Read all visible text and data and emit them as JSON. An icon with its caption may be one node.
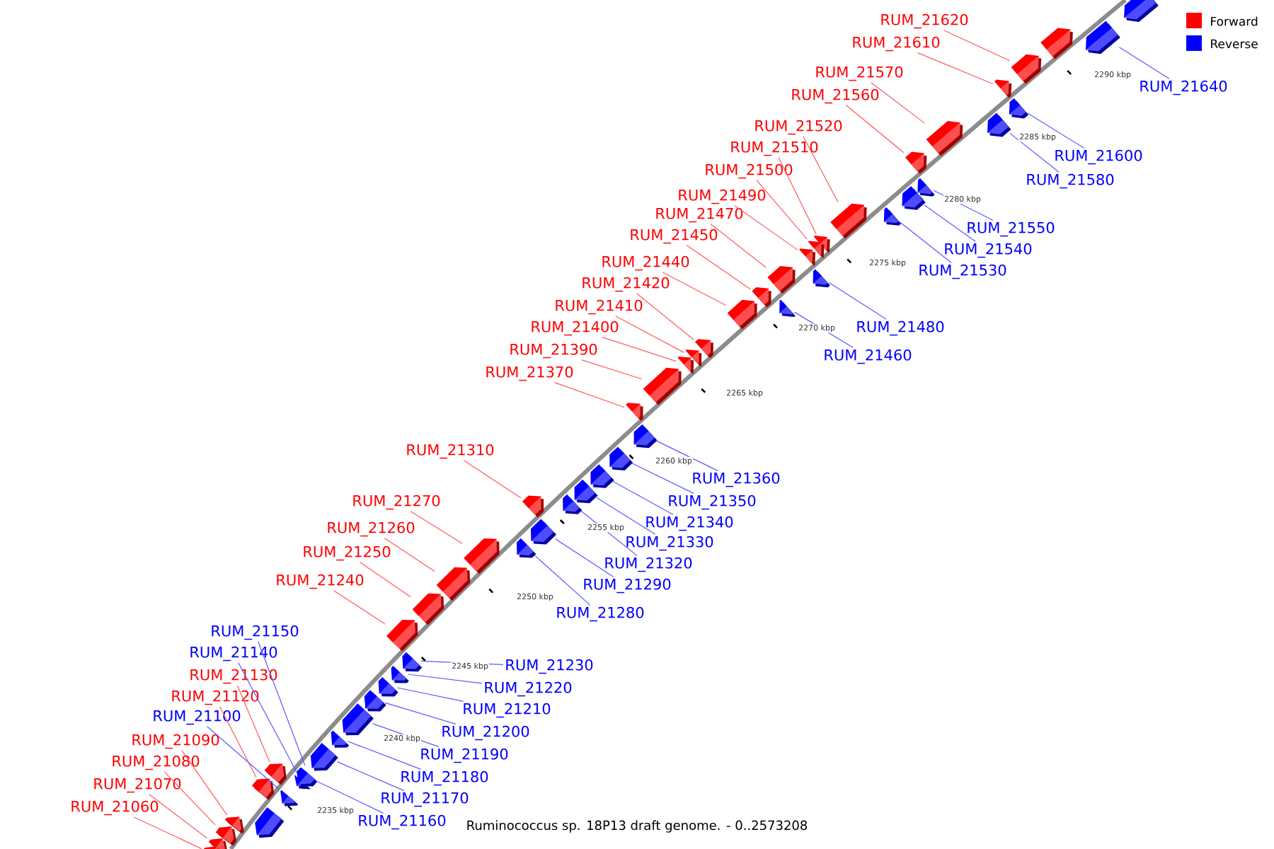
{
  "diagram": {
    "caption": "Ruminococcus sp. 18P13 draft genome. - 0..2573208",
    "nodes": [
      {
        "text": [
          "RUM_21620"
        ]
      },
      {
        "text": [],
        "shape": "box"
      },
      {
        "text": [
          "RUM_21610"
        ]
      },
      {
        "text": [],
        "shape": "box"
      },
      {
        "text": [
          "RUM_21570"
        ]
      },
      {
        "text": [],
        "shape": "box"
      },
      {
        "text": [
          "RUM_21640"
        ]
      },
      {
        "text": [],
        "shape": "box"
      },
      {
        "text": [
          "RUM_21560"
        ]
      },
      {
        "text": [],
        "shape": "box"
      },
      {
        "text": [
          "RUM_21520"
        ]
      },
      {
        "text": [],
        "shape": "box"
      },
      {
        "text": [
          "RUM_21510"
        ]
      },
      {
        "text": [],
        "shape": "box"
      },
      {
        "text": [
          "RUM_21600"
        ]
      },
      {
        "text": [],
        "shape": "box"
      },
      {
        "text": [
          "RUM_21500"
        ]
      },
      {
        "text": [],
        "shape": "box"
      },
      {
        "text": [
          "RUM_21580"
        ]
      },
      {
        "text": [],
        "shape": "box"
      },
      {
        "text": [
          "RUM_21490"
        ]
      },
      {
        "text": [],
        "shape": "box"
      },
      {
        "text": [
          "RUM_21470"
        ]
      },
      {
        "text": [],
        "shape": "box"
      },
      {
        "text": [
          "RUM_21550"
        ]
      },
      {
        "text": [],
        "shape": "box"
      },
      {
        "text": [
          "RUM_21450"
        ]
      },
      {
        "text": [],
        "shape": "box"
      },
      {
        "text": [
          "RUM_21540"
        ]
      },
      {
        "text": [],
        "shape": "box"
      },
      {
        "text": [
          "RUM_21440"
        ]
      },
      {
        "text": [],
        "shape": "box"
      },
      {
        "text": [
          "RUM_21530"
        ]
      },
      {
        "text": [],
        "shape": "box"
      },
      {
        "text": [
          "RUM_21420"
        ]
      },
      {
        "text": [],
        "shape": "box"
      },
      {
        "text": [
          "RUM_21410"
        ]
      },
      {
        "text": [],
        "shape": "box"
      },
      {
        "text": [
          "RUM_21400"
        ]
      },
      {
        "text": [],
        "shape": "box"
      },
      {
        "text": [
          "RUM_21480"
        ]
      },
      {
        "text": [],
        "shape": "box"
      },
      {
        "text": [
          "RUM_21390"
        ]
      },
      {
        "text": [],
        "shape": "box"
      },
      {
        "text": [
          "RUM_21460"
        ]
      },
      {
        "text": [],
        "shape": "box"
      },
      {
        "text": [
          "RUM_21370"
        ]
      },
      {
        "text": [],
        "shape": "box"
      },
      {
        "text": [
          "RUM_21310"
        ]
      },
      {
        "text": [],
        "shape": "box"
      },
      {
        "text": [
          "RUM_21360"
        ]
      },
      {
        "text": [],
        "shape": "box"
      },
      {
        "text": [
          "RUM_21350"
        ]
      },
      {
        "text": [],
        "shape": "box"
      },
      {
        "text": [
          "RUM_21270"
        ]
      },
      {
        "text": [],
        "shape": "box"
      },
      {
        "text": [
          "RUM_21340"
        ]
      },
      {
        "text": [],
        "shape": "box"
      },
      {
        "text": [
          "RUM_21260"
        ]
      },
      {
        "text": [],
        "shape": "box"
      },
      {
        "text": [
          "RUM_21330"
        ]
      },
      {
        "text": [],
        "shape": "box"
      },
      {
        "text": [
          "RUM_21250"
        ]
      },
      {
        "text": [],
        "shape": "box"
      },
      {
        "text": [
          "RUM_21320"
        ]
      },
      {
        "text": [],
        "shape": "box"
      },
      {
        "text": [
          "RUM_21240"
        ]
      },
      {
        "text": [],
        "shape": "box"
      },
      {
        "text": [
          "RUM_21290"
        ]
      },
      {
        "text": [],
        "shape": "box"
      },
      {
        "text": [
          "RUM_21280"
        ]
      },
      {
        "text": [],
        "shape": "box"
      },
      {
        "text": [
          "RUM_21150"
        ]
      },
      {
        "text": [],
        "shape": "box"
      },
      {
        "text": [
          "RUM_21140"
        ]
      },
      {
        "text": [],
        "shape": "box"
      },
      {
        "text": [
          "RUM_21230"
        ]
      },
      {
        "text": [],
        "shape": "box"
      },
      {
        "text": [
          "RUM_21130"
        ]
      },
      {
        "text": [],
        "shape": "box"
      },
      {
        "text": [
          "RUM_21220"
        ]
      },
      {
        "text": [],
        "shape": "box"
      },
      {
        "text": [
          "RUM_21120"
        ]
      },
      {
        "text": [],
        "shape": "box"
      },
      {
        "text": [
          "RUM_21210"
        ]
      },
      {
        "text": [],
        "shape": "box"
      },
      {
        "text": [
          "RUM_21100"
        ]
      },
      {
        "text": [],
        "shape": "box"
      },
      {
        "text": [
          "RUM_21200"
        ]
      },
      {
        "text": [],
        "shape": "box"
      },
      {
        "text": [
          "RUM_21090"
        ]
      },
      {
        "text": [],
        "shape": "box"
      },
      {
        "text": [
          "RUM_21190"
        ]
      },
      {
        "text": [],
        "shape": "box"
      },
      {
        "text": [
          "RUM_21080"
        ]
      },
      {
        "text": [],
        "shape": "box"
      },
      {
        "text": [
          "RUM_21180"
        ]
      },
      {
        "text": [],
        "shape": "box"
      },
      {
        "text": [
          "RUM_21070"
        ]
      },
      {
        "text": [],
        "shape": "box"
      },
      {
        "text": [
          "RUM_21170"
        ]
      },
      {
        "text": [],
        "shape": "box"
      },
      {
        "text": [
          "RUM_21060"
        ]
      },
      {
        "text": [],
        "shape": "box"
      },
      {
        "text": [
          "RUM_21160"
        ]
      },
      {
        "text": [],
        "shape": "box"
      },
      {
        "text": [],
        "shape": "box"
      },
      {
        "text": [],
        "shape": "box"
      },
      {
        "text": [],
        "shape": "box"
      }
    ],
    "edges": [
      {
        "from": 0,
        "to": 1,
        "arrow": "none",
        "color": "#ff5a5a"
      },
      {
        "from": 2,
        "to": 3,
        "arrow": "none",
        "color": "#ff5a5a"
      },
      {
        "from": 4,
        "to": 5,
        "arrow": "none",
        "color": "#ff5a5a"
      },
      {
        "from": 6,
        "to": 7,
        "arrow": "none",
        "color": "#5a5aff"
      },
      {
        "from": 8,
        "to": 9,
        "arrow": "none",
        "color": "#ff5a5a"
      },
      {
        "from": 10,
        "to": 11,
        "arrow": "none",
        "color": "#ff5a5a"
      },
      {
        "from": 12,
        "to": 13,
        "arrow": "none",
        "color": "#ff5a5a"
      },
      {
        "from": 14,
        "to": 15,
        "arrow": "none",
        "color": "#5a5aff"
      },
      {
        "from": 16,
        "to": 17,
        "arrow": "none",
        "color": "#ff5a5a"
      },
      {
        "from": 18,
        "to": 19,
        "arrow": "none",
        "color": "#5a5aff"
      },
      {
        "from": 20,
        "to": 21,
        "arrow": "none",
        "color": "#ff5a5a"
      },
      {
        "from": 22,
        "to": 23,
        "arrow": "none",
        "color": "#ff5a5a"
      },
      {
        "from": 24,
        "to": 25,
        "arrow": "none",
        "color": "#5a5aff"
      },
      {
        "from": 26,
        "to": 27,
        "arrow": "none",
        "color": "#ff5a5a"
      },
      {
        "from": 28,
        "to": 29,
        "arrow": "none",
        "color": "#5a5aff"
      },
      {
        "from": 30,
        "to": 31,
        "arrow": "none",
        "color": "#ff5a5a"
      },
      {
        "from": 32,
        "to": 33,
        "arrow": "none",
        "color": "#5a5aff"
      },
      {
        "from": 34,
        "to": 35,
        "arrow": "none",
        "color": "#ff5a5a"
      },
      {
        "from": 36,
        "to": 37,
        "arrow": "none",
        "color": "#ff5a5a"
      },
      {
        "from": 38,
        "to": 39,
        "arrow": "none",
        "color": "#ff5a5a"
      },
      {
        "from": 40,
        "to": 41,
        "arrow": "none",
        "color": "#5a5aff"
      },
      {
        "from": 42,
        "to": 43,
        "arrow": "none",
        "color": "#ff5a5a"
      },
      {
        "from": 44,
        "to": 45,
        "arrow": "none",
        "color": "#5a5aff"
      },
      {
        "from": 46,
        "to": 47,
        "arrow": "none",
        "color": "#ff5a5a"
      },
      {
        "from": 48,
        "to": 49,
        "arrow": "none",
        "color": "#ff5a5a"
      },
      {
        "from": 50,
        "to": 51,
        "arrow": "none",
        "color": "#5a5aff"
      },
      {
        "from": 52,
        "to": 53,
        "arrow": "none",
        "color": "#5a5aff"
      },
      {
        "from": 54,
        "to": 55,
        "arrow": "none",
        "color": "#ff5a5a"
      },
      {
        "from": 56,
        "to": 57,
        "arrow": "none",
        "color": "#5a5aff"
      },
      {
        "from": 58,
        "to": 59,
        "arrow": "none",
        "color": "#ff5a5a"
      },
      {
        "from": 60,
        "to": 61,
        "arrow": "none",
        "color": "#5a5aff"
      },
      {
        "from": 62,
        "to": 63,
        "arrow": "none",
        "color": "#ff5a5a"
      },
      {
        "from": 64,
        "to": 65,
        "arrow": "none",
        "color": "#5a5aff"
      },
      {
        "from": 66,
        "to": 67,
        "arrow": "none",
        "color": "#ff5a5a"
      },
      {
        "from": 68,
        "to": 69,
        "arrow": "none",
        "color": "#5a5aff"
      },
      {
        "from": 70,
        "to": 71,
        "arrow": "none",
        "color": "#5a5aff"
      },
      {
        "from": 72,
        "to": 73,
        "arrow": "none",
        "color": "#5a5aff"
      },
      {
        "from": 74,
        "to": 75,
        "arrow": "none",
        "color": "#5a5aff"
      },
      {
        "from": 76,
        "to": 77,
        "arrow": "none",
        "color": "#5a5aff"
      },
      {
        "from": 78,
        "to": 79,
        "arrow": "none",
        "color": "#ff5a5a"
      },
      {
        "from": 80,
        "to": 81,
        "arrow": "none",
        "color": "#5a5aff"
      },
      {
        "from": 82,
        "to": 83,
        "arrow": "none",
        "color": "#ff5a5a"
      },
      {
        "from": 84,
        "to": 85,
        "arrow": "none",
        "color": "#5a5aff"
      },
      {
        "from": 86,
        "to": 87,
        "arrow": "none",
        "color": "#5a5aff"
      },
      {
        "from": 88,
        "to": 89,
        "arrow": "none",
        "color": "#5a5aff"
      },
      {
        "from": 90,
        "to": 91,
        "arrow": "none",
        "color": "#ff5a5a"
      },
      {
        "from": 92,
        "to": 93,
        "arrow": "none",
        "color": "#5a5aff"
      },
      {
        "from": 94,
        "to": 95,
        "arrow": "none",
        "color": "#ff5a5a"
      },
      {
        "from": 96,
        "to": 97,
        "arrow": "none",
        "color": "#5a5aff"
      },
      {
        "from": 98,
        "to": 99,
        "arrow": "none",
        "color": "#ff5a5a"
      },
      {
        "from": 100,
        "to": 101,
        "arrow": "none",
        "color": "#5a5aff"
      },
      {
        "from": 102,
        "to": 103,
        "arrow": "none",
        "color": "#ff5a5a"
      },
      {
        "from": 104,
        "to": 105,
        "arrow": "none",
        "color": "#5a5aff"
      }
    ],
    "labels": [
      "2290 kbp",
      "2285 kbp",
      "2280 kbp",
      "2275 kbp",
      "2270 kbp",
      "2265 kbp",
      "2260 kbp",
      "2255 kbp",
      "2250 kbp",
      "2245 kbp",
      "2240 kbp",
      "2235 kbp"
    ],
    "legend": [
      {
        "text": "Forward",
        "color": "#ff0000"
      },
      {
        "text": "Reverse",
        "color": "#0000ff"
      }
    ]
  }
}
